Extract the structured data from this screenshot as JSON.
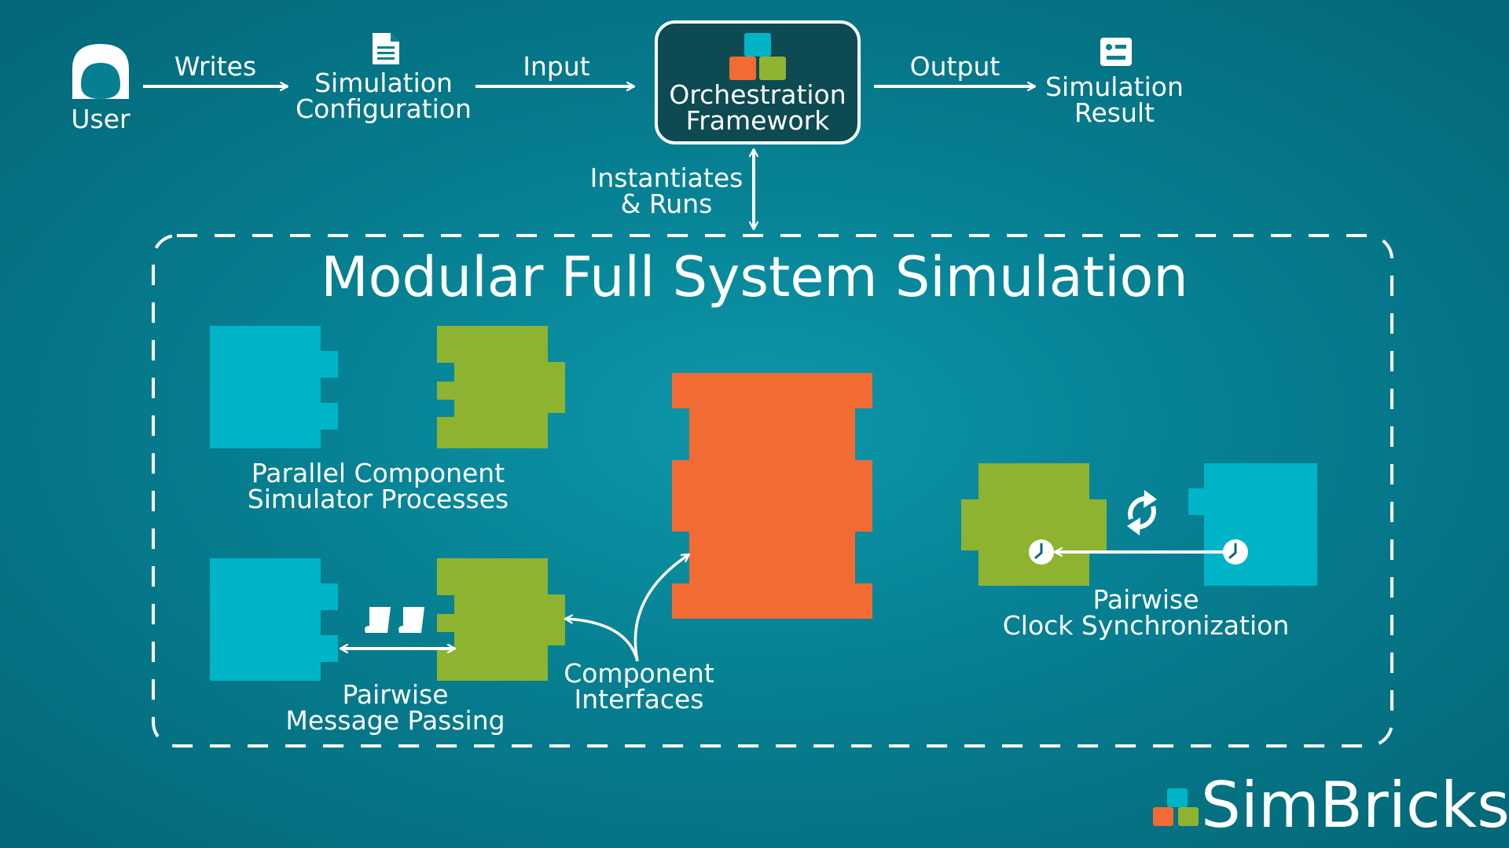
{
  "top": {
    "user_label": "User",
    "writes_label": "Writes",
    "config_line1": "Simulation",
    "config_line2": "Configuration",
    "input_label": "Input",
    "orch_line1": "Orchestration",
    "orch_line2": "Framework",
    "output_label": "Output",
    "result_line1": "Simulation",
    "result_line2": "Result",
    "inst_line1": "Instantiates",
    "inst_line2": "& Runs"
  },
  "main": {
    "title": "Modular Full System Simulation",
    "parallel_line1": "Parallel Component",
    "parallel_line2": "Simulator Processes",
    "msg_line1": "Pairwise",
    "msg_line2": "Message Passing",
    "iface_line1": "Component",
    "iface_line2": "Interfaces",
    "clock_line1": "Pairwise",
    "clock_line2": "Clock Synchronization"
  },
  "brand": {
    "name": "SimBricks"
  },
  "colors": {
    "cyan": "#00b4c8",
    "green": "#8db331",
    "orange": "#f26b33",
    "orchestration_box": "#0d4a52",
    "white": "#ffffff"
  },
  "icons": [
    "user-icon",
    "document-icon",
    "bricks-icon",
    "result-icon",
    "message-scroll-icon",
    "sync-icon",
    "clock-icon"
  ]
}
